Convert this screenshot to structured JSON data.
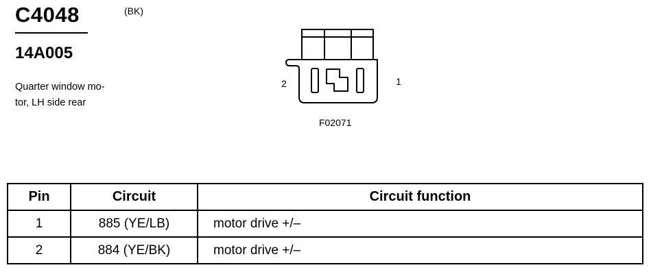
{
  "connector": {
    "id": "C4048",
    "color": "(BK)",
    "part_number": "14A005",
    "description_lines": [
      "Quarter window mo-",
      "tor, LH side rear"
    ]
  },
  "diagram": {
    "pin_left": "2",
    "pin_right": "1",
    "figure_code": "F02071"
  },
  "table": {
    "headers": [
      "Pin",
      "Circuit",
      "Circuit function"
    ],
    "rows": [
      {
        "pin": "1",
        "circuit": "885 (YE/LB)",
        "function": "motor drive +/–"
      },
      {
        "pin": "2",
        "circuit": "884 (YE/BK)",
        "function": "motor drive +/–"
      }
    ]
  }
}
